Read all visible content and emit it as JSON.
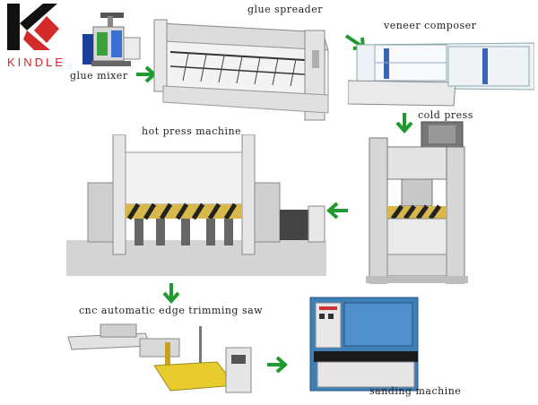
{
  "brand": {
    "name": "KINDLE",
    "colors": {
      "mark_black": "#111111",
      "mark_red": "#d42a2a",
      "text_red": "#d42a2a"
    }
  },
  "arrow_color": "#1f9a2e",
  "stages": {
    "glue_mixer": {
      "label": "glue mixer"
    },
    "glue_spreader": {
      "label": "glue spreader"
    },
    "veneer_composer": {
      "label": "veneer composer"
    },
    "cold_press": {
      "label": "cold press"
    },
    "hot_press": {
      "label": "hot press machine"
    },
    "edge_saw": {
      "label": "cnc automatic edge trimming saw"
    },
    "sanding": {
      "label": "sanding machine"
    }
  },
  "arrows": [
    "right",
    "right",
    "down",
    "left",
    "down",
    "right"
  ]
}
